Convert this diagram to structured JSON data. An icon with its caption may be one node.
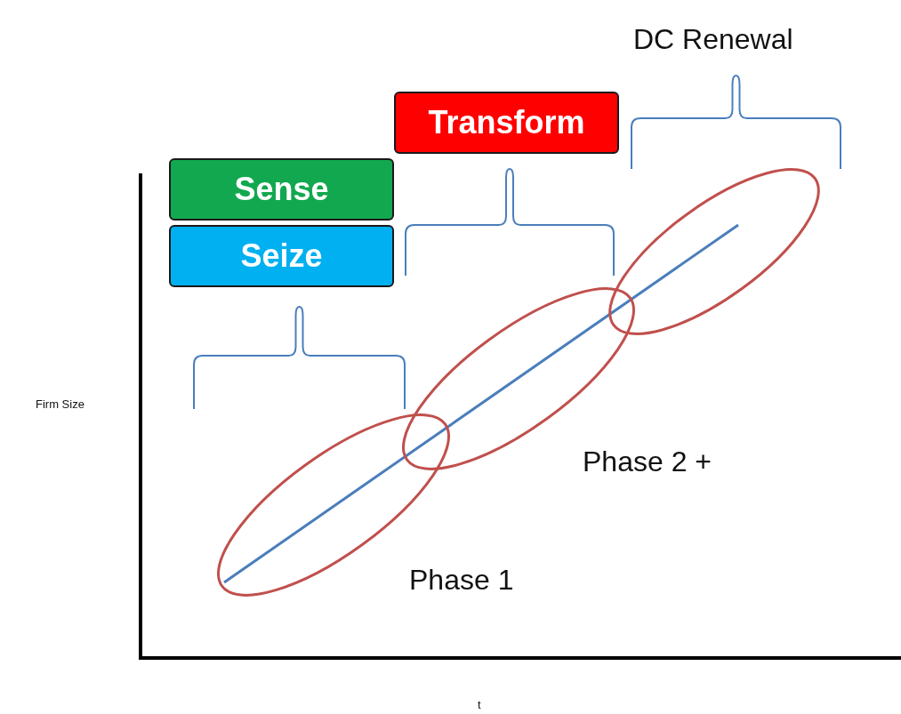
{
  "diagram": {
    "nodes": [
      {
        "text": [
          "Transform"
        ]
      },
      {
        "text": [
          "Sense"
        ]
      },
      {
        "text": [
          "Seize"
        ]
      }
    ],
    "labels": [
      "DC Renewal",
      "Firm Size",
      "Phase 2 +",
      "Phase 1",
      "t"
    ]
  }
}
